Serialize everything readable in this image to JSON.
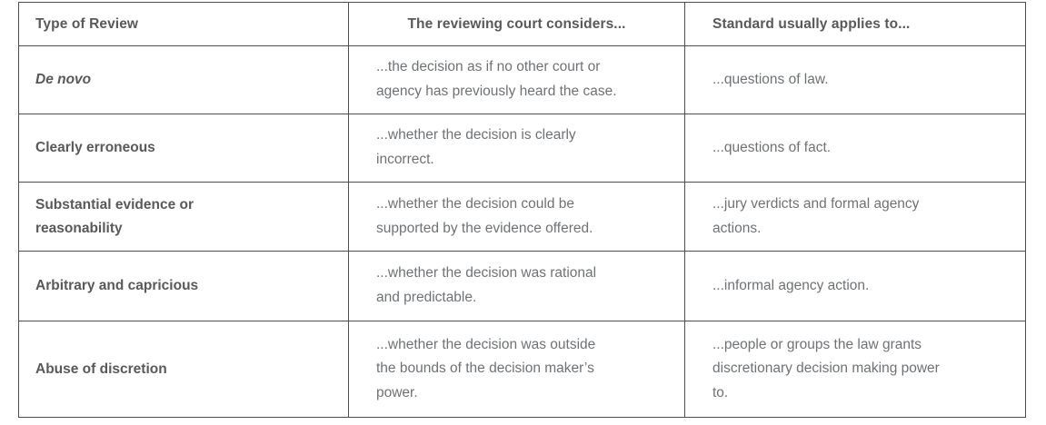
{
  "table": {
    "columns": [
      {
        "key": "type",
        "label": "Type of Review"
      },
      {
        "key": "considers",
        "label": "The reviewing court considers..."
      },
      {
        "key": "applies",
        "label": "Standard usually applies to..."
      }
    ],
    "rows": [
      {
        "type": "De novo",
        "type_style": "bold-italic",
        "considers_lines": [
          "...the decision as if no other court or",
          "agency has previously heard the case."
        ],
        "applies_lines": [
          "...questions of law."
        ]
      },
      {
        "type": "Clearly erroneous",
        "type_style": "bold",
        "considers_lines": [
          "...whether the decision is clearly",
          "incorrect."
        ],
        "applies_lines": [
          "...questions of fact."
        ]
      },
      {
        "type_lines": [
          "Substantial evidence or",
          "reasonability"
        ],
        "type": "Substantial evidence or reasonability",
        "type_style": "bold",
        "considers_lines": [
          "...whether the decision could be",
          "supported by the evidence offered."
        ],
        "applies_lines": [
          "...jury verdicts and formal agency",
          "actions."
        ]
      },
      {
        "type": "Arbitrary and capricious",
        "type_style": "bold",
        "considers_lines": [
          "...whether the decision was rational",
          "and predictable."
        ],
        "applies_lines": [
          "...informal agency action."
        ]
      },
      {
        "type": "Abuse of discretion",
        "type_style": "bold",
        "considers_lines": [
          "...whether the decision was outside",
          "the bounds of the decision maker’s",
          "power."
        ],
        "applies_lines": [
          "...people or groups the law grants",
          "discretionary decision making power",
          "to."
        ]
      }
    ]
  },
  "colors": {
    "border": "#4d4d4d",
    "header_text": "#595959",
    "body_text": "#6f7275",
    "background": "#ffffff"
  }
}
